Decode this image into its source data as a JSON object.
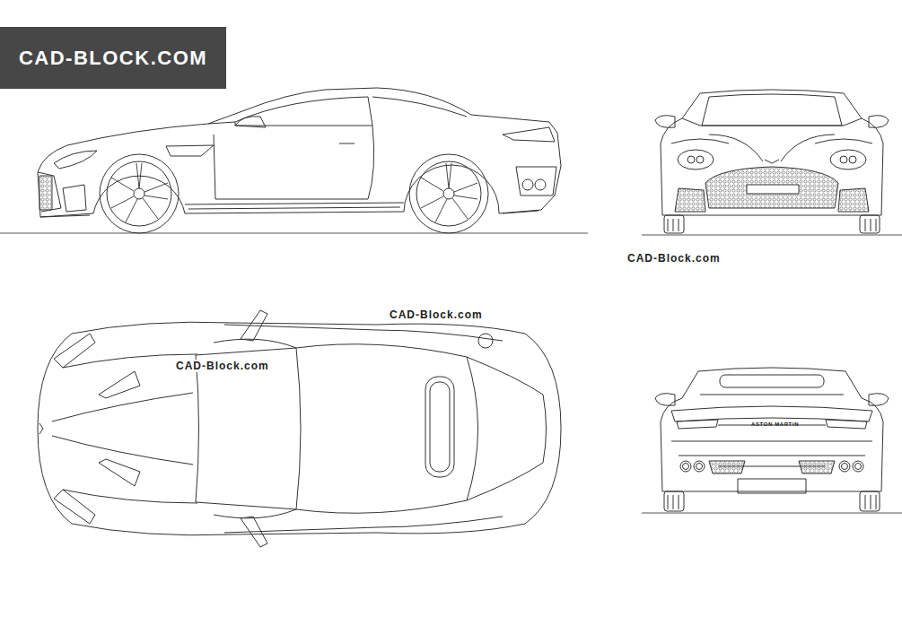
{
  "diagram": {
    "nodes": [
      {
        "text": [
          "CAD-BLOCK.COM"
        ]
      }
    ],
    "labels": [
      "CAD-Block.com",
      "CAD-Block.com",
      "CAD-Block.com",
      "ASTON MARTIN"
    ]
  }
}
